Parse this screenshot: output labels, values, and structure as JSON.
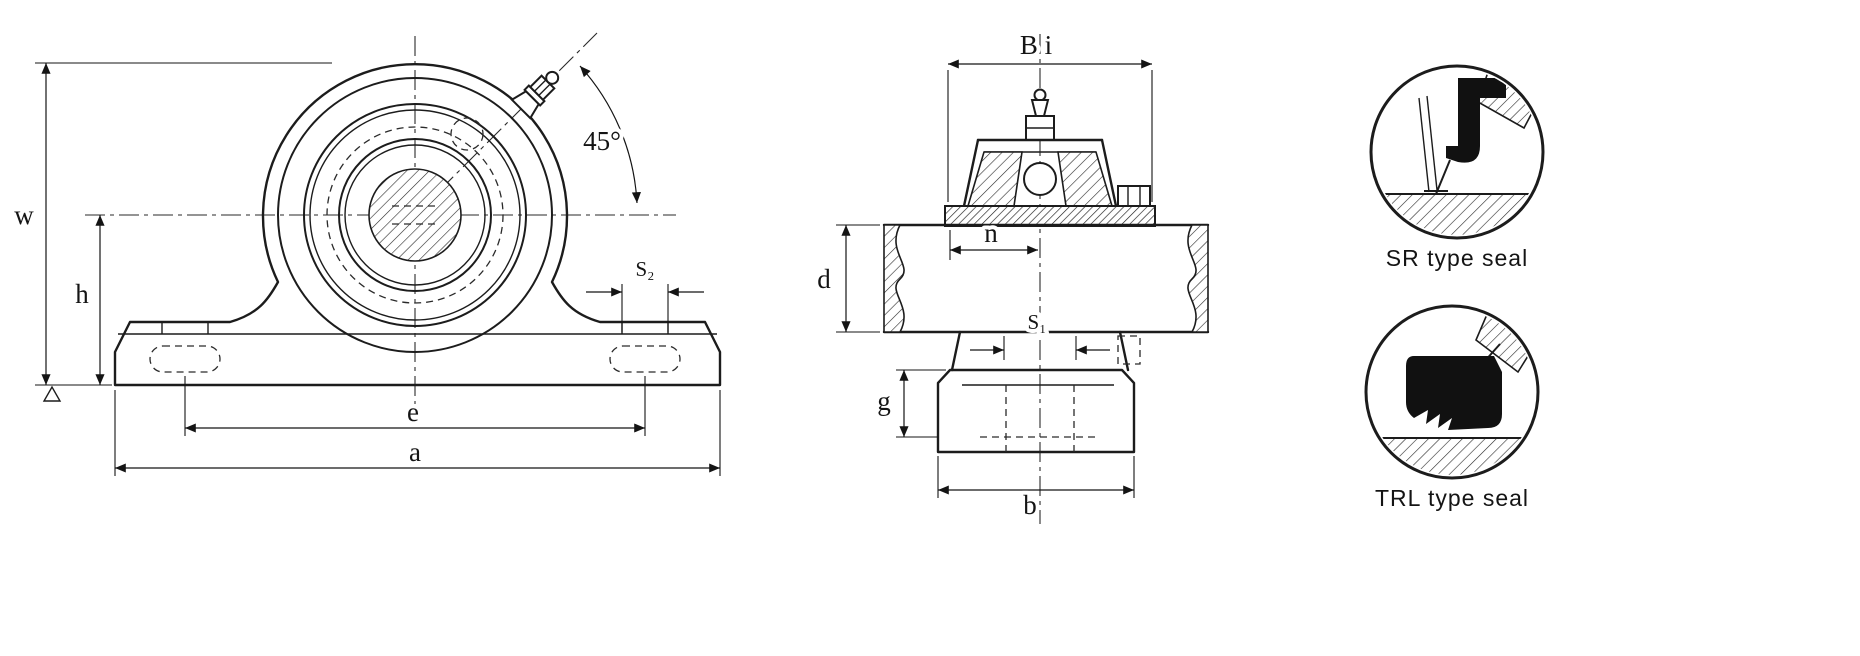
{
  "front_view": {
    "dim_w": "w",
    "dim_h": "h",
    "dim_e": "e",
    "dim_a": "a",
    "dim_s2": "S₂",
    "dim_angle": "45°"
  },
  "side_view": {
    "dim_bi": "B i",
    "dim_n": "n",
    "dim_d": "d",
    "dim_s1": "S₁",
    "dim_g": "g",
    "dim_b": "b"
  },
  "seal_details": {
    "sr_label": "SR type seal",
    "trl_label": "TRL type seal"
  },
  "colors": {
    "ink": "#1c1c1c",
    "paper": "#ffffff"
  }
}
